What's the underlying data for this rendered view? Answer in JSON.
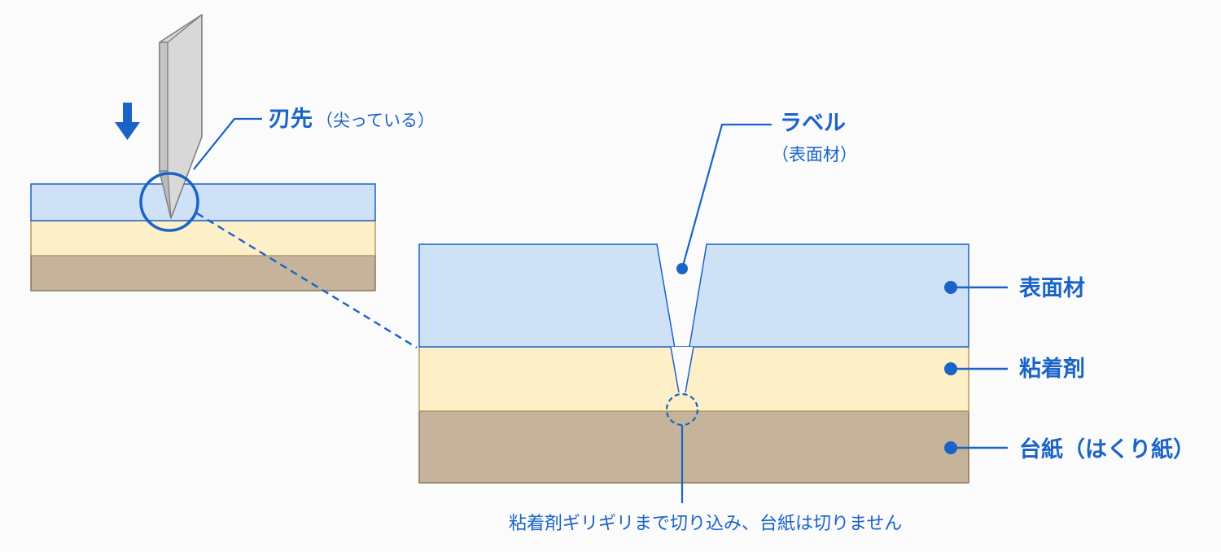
{
  "blade_tip": {
    "label": "刃先",
    "note": "（尖っている）"
  },
  "label_callout": {
    "label": "ラベル",
    "note": "（表面材）"
  },
  "layers": [
    {
      "name": "表面材",
      "color": "#cfe1f7"
    },
    {
      "name": "粘着剤",
      "color": "#fdf0c8"
    },
    {
      "name": "台紙（はくり紙）",
      "color": "#c6b39b"
    }
  ],
  "caption": "粘着剤ギリギリまで切り込み、台紙は切りません",
  "colors": {
    "accent": "#1a63c7",
    "face_stock": "#cfe1f7",
    "adhesive": "#fdf0c8",
    "liner": "#c6b39b",
    "blade": "#dcdcdc",
    "blade_edge": "#8a8a8a"
  },
  "icons": [
    "down-arrow-icon",
    "blade-icon",
    "magnifier-circle-icon"
  ]
}
